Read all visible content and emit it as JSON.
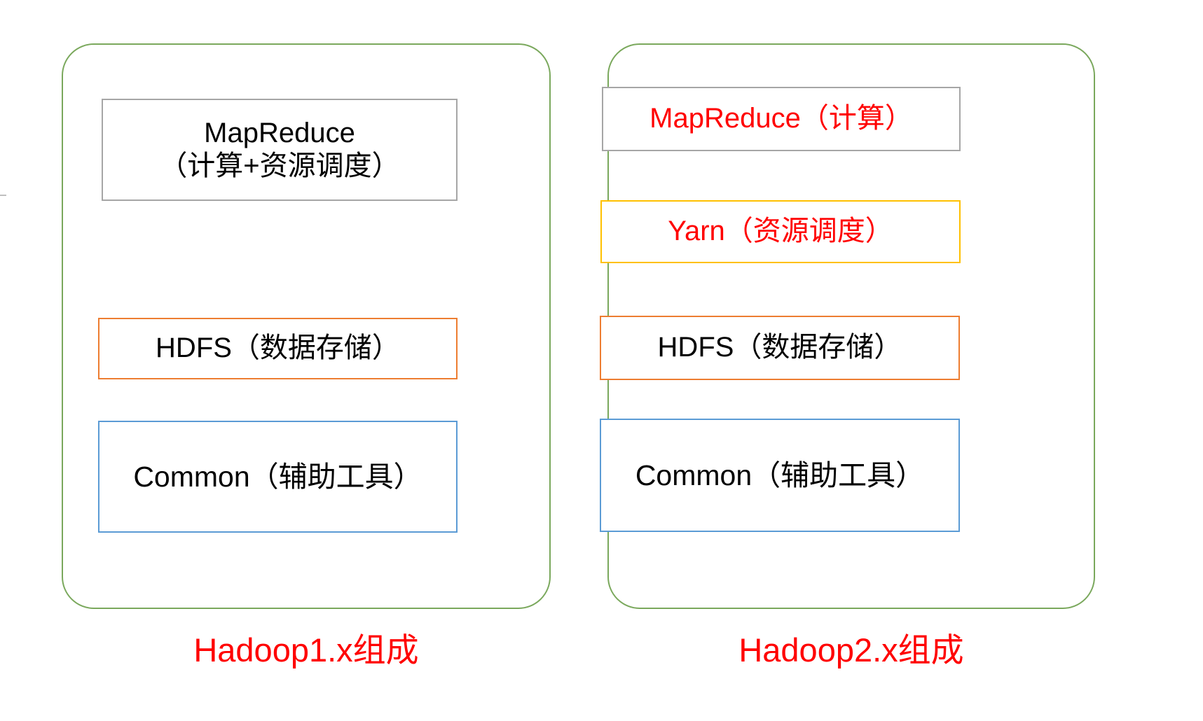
{
  "diagram": {
    "title_note": "Hadoop architecture comparison",
    "colors": {
      "group_border_green": "#7AA85C",
      "box_border_grey": "#A6A6A6",
      "box_border_orange": "#ED7D31",
      "box_border_blue": "#5B9BD5",
      "box_border_yellow": "#FFC000",
      "text_black": "#000000",
      "text_red": "#FF0000",
      "background": "#FFFFFF"
    },
    "groups": [
      {
        "id": "hadoop1",
        "caption": "Hadoop1.x组成",
        "caption_color": "#FF0000",
        "border_color": "#7AA85C",
        "layers": [
          {
            "id": "mapreduce",
            "label": "MapReduce\n（计算+资源调度）",
            "border_color": "#A6A6A6",
            "text_color": "#000000"
          },
          {
            "id": "hdfs",
            "label": "HDFS（数据存储）",
            "border_color": "#ED7D31",
            "text_color": "#000000"
          },
          {
            "id": "common",
            "label": "Common（辅助工具）",
            "border_color": "#5B9BD5",
            "text_color": "#000000"
          }
        ]
      },
      {
        "id": "hadoop2",
        "caption": "Hadoop2.x组成",
        "caption_color": "#FF0000",
        "border_color": "#7AA85C",
        "layers": [
          {
            "id": "mapreduce",
            "label": "MapReduce（计算）",
            "border_color": "#A6A6A6",
            "text_color": "#FF0000"
          },
          {
            "id": "yarn",
            "label": "Yarn（资源调度）",
            "border_color": "#FFC000",
            "text_color": "#FF0000"
          },
          {
            "id": "hdfs",
            "label": "HDFS（数据存储）",
            "border_color": "#ED7D31",
            "text_color": "#000000"
          },
          {
            "id": "common",
            "label": "Common（辅助工具）",
            "border_color": "#5B9BD5",
            "text_color": "#000000"
          }
        ]
      }
    ]
  }
}
